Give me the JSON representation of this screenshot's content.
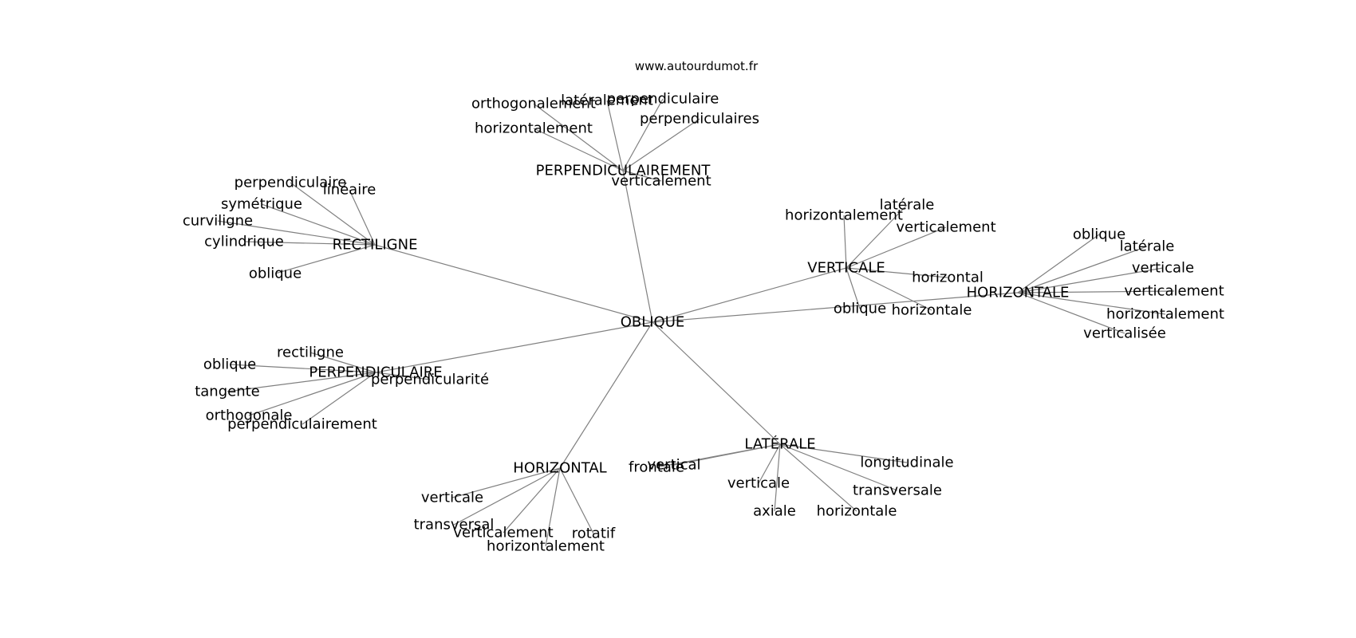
{
  "source": "www.autourdumot.fr",
  "diagram": {
    "center": "OBLIQUE",
    "clusters": [
      {
        "hub": "PERPENDICULAIREMENT",
        "leaves": [
          "orthogonalement",
          "latéralement",
          "perpendiculaire",
          "perpendiculaires",
          "horizontalement",
          "verticalement"
        ]
      },
      {
        "hub": "RECTILIGNE",
        "leaves": [
          "perpendiculaire",
          "linéaire",
          "symétrique",
          "curviligne",
          "cylindrique",
          "oblique"
        ]
      },
      {
        "hub": "VERTICALE",
        "leaves": [
          "horizontalement",
          "latérale",
          "verticalement",
          "horizontal",
          "oblique",
          "horizontale"
        ]
      },
      {
        "hub": "HORIZONTALE",
        "leaves": [
          "oblique",
          "latérale",
          "verticale",
          "verticalement",
          "horizontalement",
          "verticalisée"
        ]
      },
      {
        "hub": "PERPENDICULAIRE",
        "leaves": [
          "rectiligne",
          "oblique",
          "tangente",
          "orthogonale",
          "perpendiculairement",
          "perpendicularité"
        ]
      },
      {
        "hub": "HORIZONTAL",
        "leaves": [
          "verticale",
          "transversal",
          "verticalement",
          "horizontalement",
          "rotatif"
        ]
      },
      {
        "hub": "LATÉRALE",
        "leaves": [
          "vertical",
          "frontale",
          "verticale",
          "axiale",
          "horizontale",
          "transversale",
          "longitudinale"
        ]
      }
    ]
  }
}
